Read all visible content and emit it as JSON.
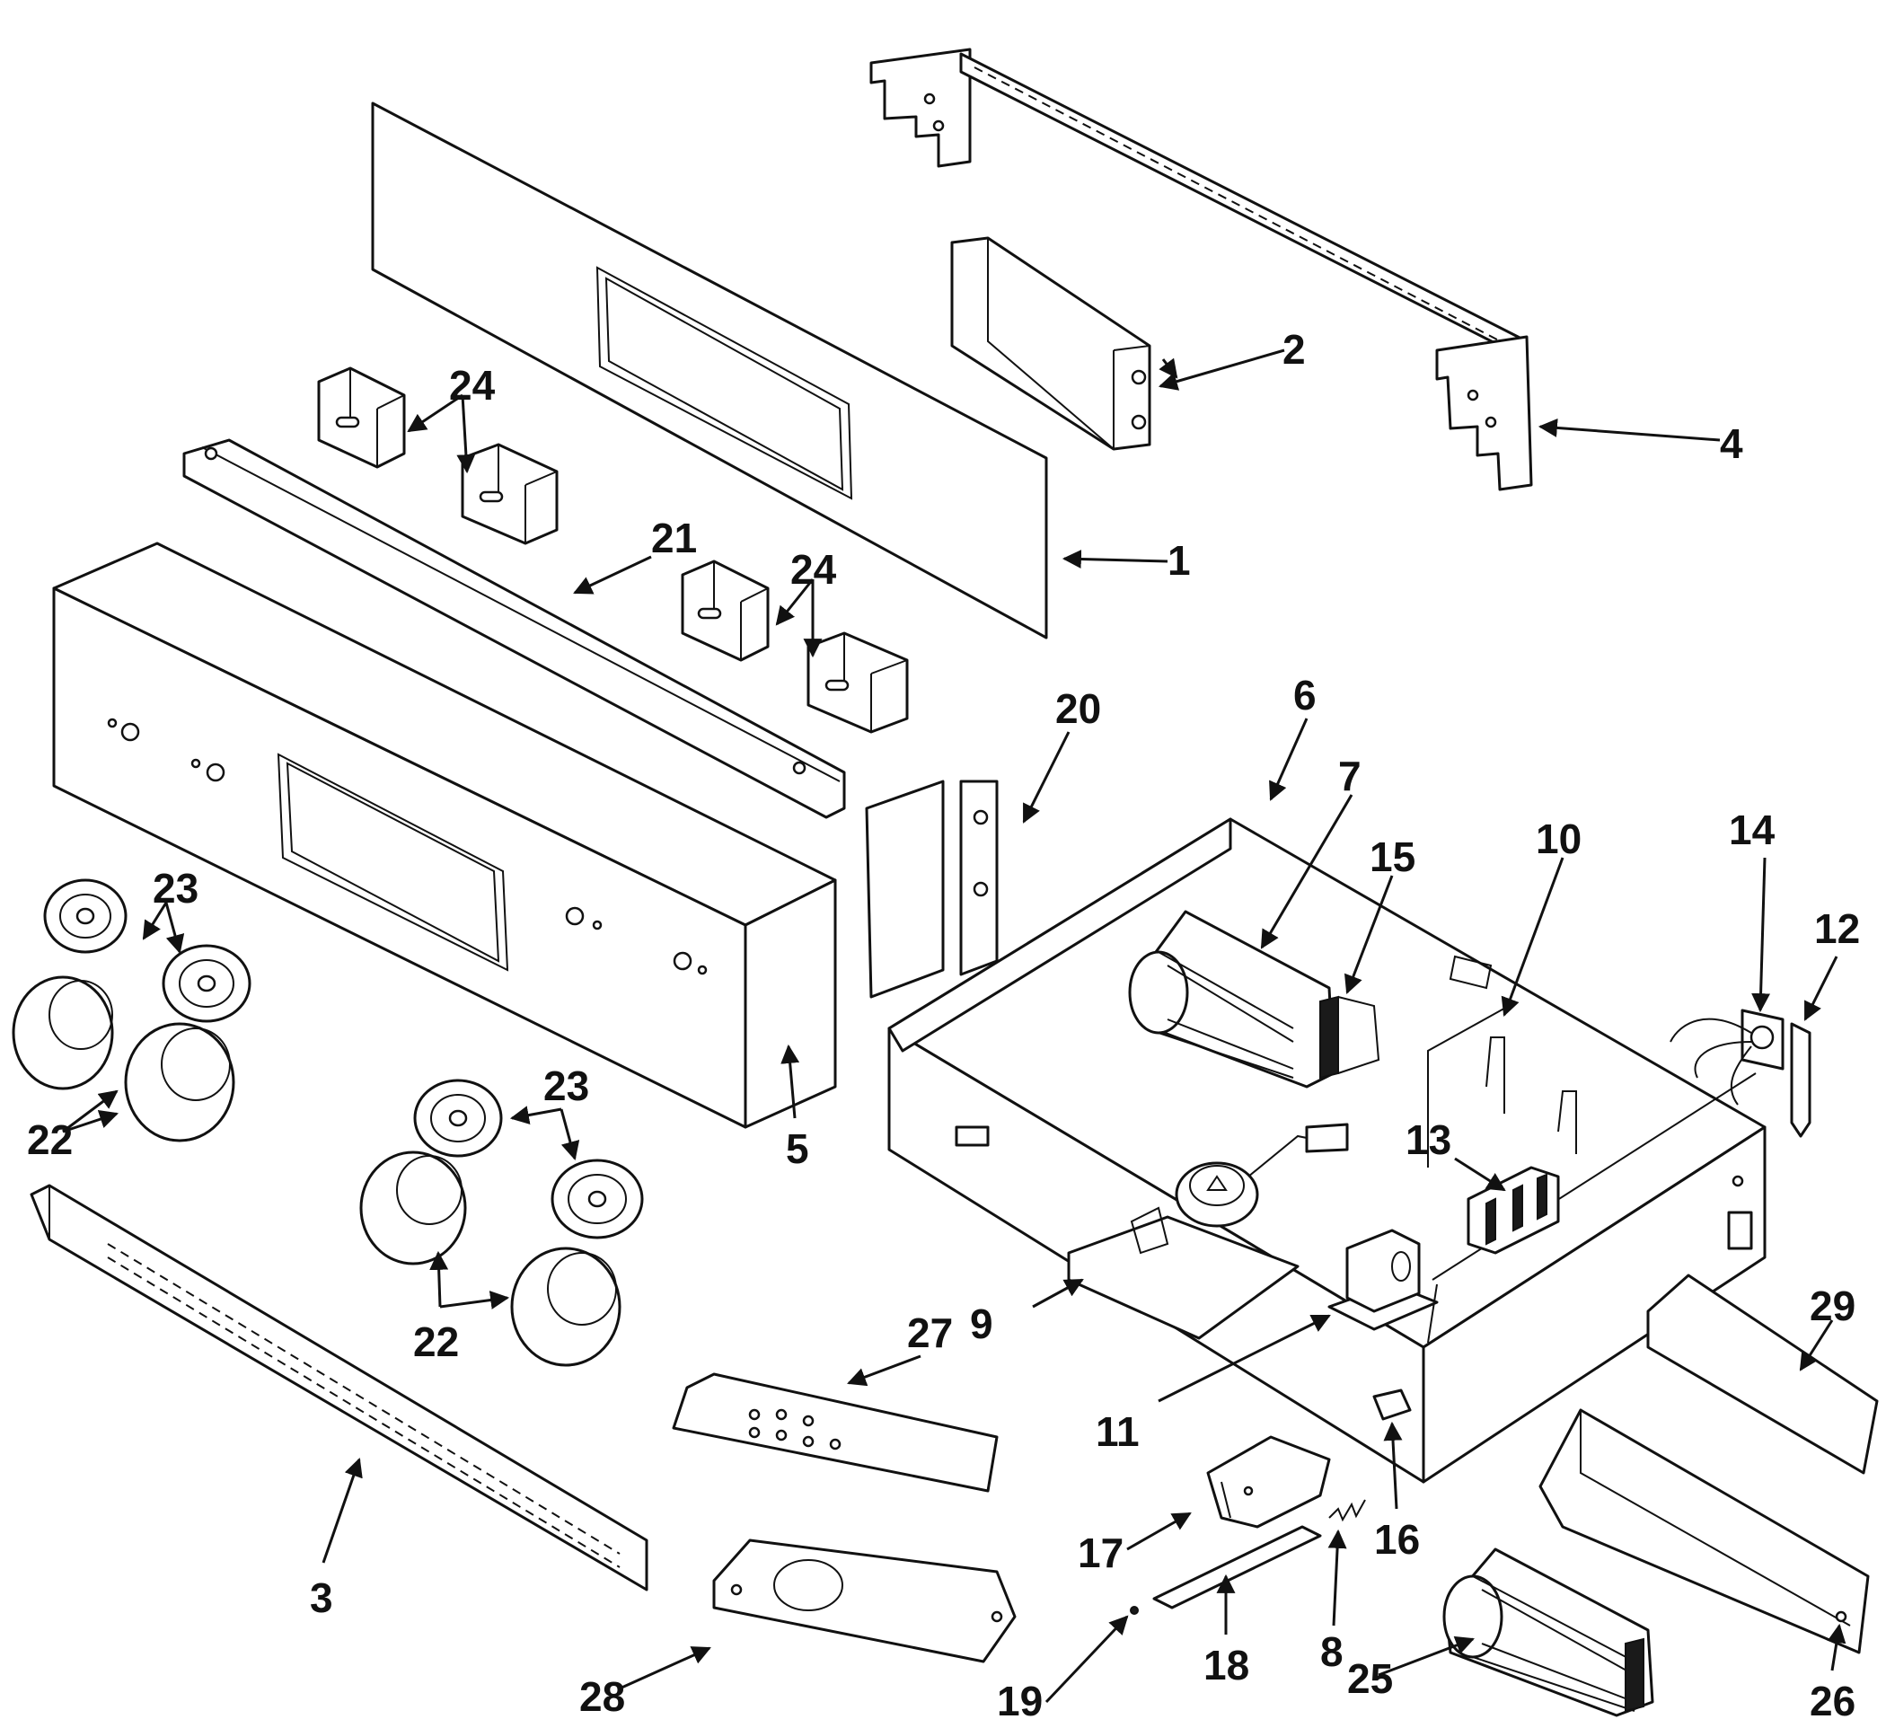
{
  "callouts": [
    "1",
    "2",
    "3",
    "4",
    "5",
    "6",
    "7",
    "8",
    "9",
    "10",
    "11",
    "12",
    "13",
    "14",
    "15",
    "16",
    "17",
    "18",
    "19",
    "20",
    "21",
    "22",
    "22",
    "23",
    "23",
    "24",
    "24",
    "25",
    "26",
    "27",
    "28",
    "29"
  ]
}
